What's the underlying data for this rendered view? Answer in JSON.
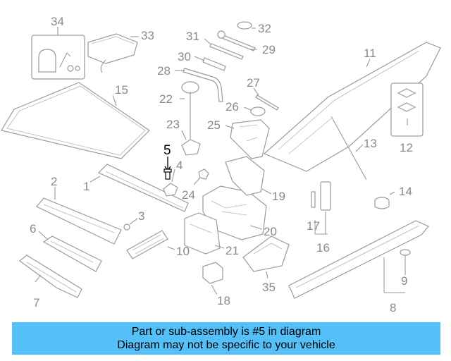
{
  "diagram": {
    "callouts": [
      "1",
      "2",
      "3",
      "4",
      "5",
      "6",
      "7",
      "8",
      "9",
      "10",
      "11",
      "12",
      "13",
      "14",
      "15",
      "16",
      "17",
      "18",
      "19",
      "20",
      "21",
      "22",
      "23",
      "24",
      "25",
      "26",
      "27",
      "28",
      "29",
      "30",
      "31",
      "32",
      "33",
      "34",
      "35"
    ],
    "highlighted_part": "5"
  },
  "banner": {
    "line1": "Part or sub-assembly is #5 in diagram",
    "line2": "Diagram may not be specific to your vehicle"
  },
  "colors": {
    "banner_bg": "#55bff8",
    "line_art": "#9a9a9a",
    "callout_text": "#8a8a8a",
    "highlight_text": "#000000"
  }
}
